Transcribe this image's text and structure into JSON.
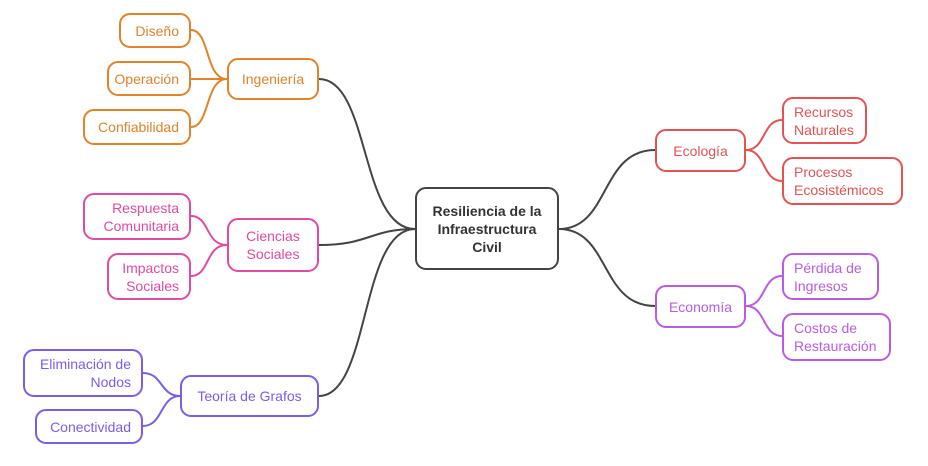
{
  "root": {
    "label": "Resiliencia de la Infraestructura Civil"
  },
  "branches": {
    "ingenieria": {
      "label": "Ingeniería",
      "color": "#e0832b",
      "children": [
        "Diseño",
        "Operación",
        "Confiabilidad"
      ]
    },
    "ciencias": {
      "label": "Ciencias Sociales",
      "color": "#e04ba1",
      "children": [
        "Respuesta Comunitaria",
        "Impactos Sociales"
      ]
    },
    "grafos": {
      "label": "Teoría de Grafos",
      "color": "#7b5de8",
      "children": [
        "Eliminación de Nodos",
        "Conectividad"
      ]
    },
    "ecologia": {
      "label": "Ecología",
      "color": "#e35353",
      "children": [
        "Recursos Naturales",
        "Procesos Ecosistémicos"
      ]
    },
    "economia": {
      "label": "Economía",
      "color": "#ba5ce2",
      "children": [
        "Pérdida de Ingresos",
        "Costos de Restauración"
      ]
    }
  }
}
